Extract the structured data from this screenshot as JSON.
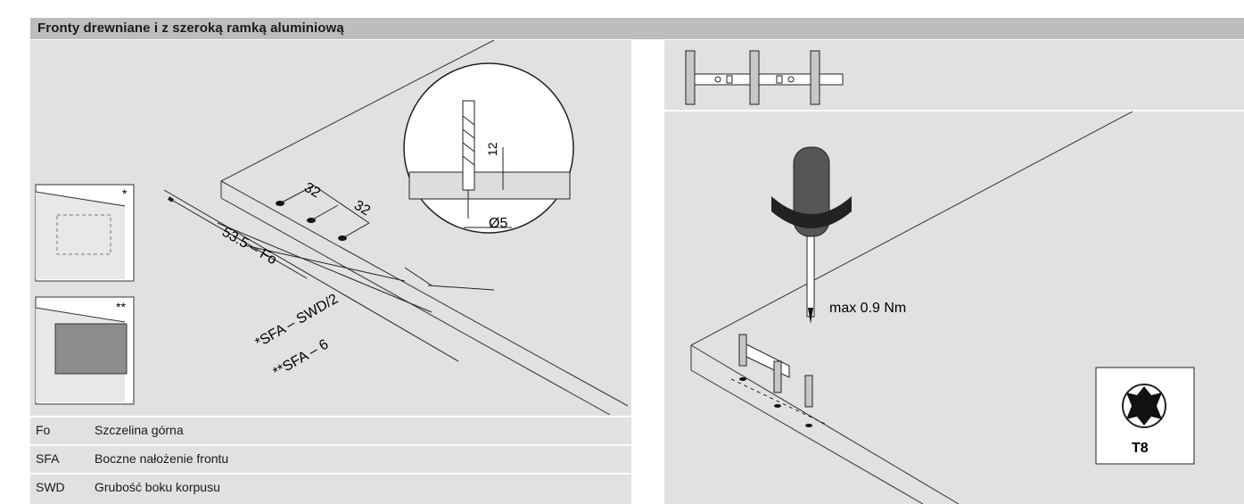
{
  "header": {
    "title": "Fronty drewniane i z szeroką ramką aluminiową"
  },
  "left": {
    "thumb1_mark": "*",
    "thumb2_mark": "**",
    "dims": {
      "d32a": "32",
      "d32b": "32",
      "d53": "53.5 – Fo",
      "dsfa_swd": "*SFA – SWD/2",
      "dsfa6": "**SFA – 6",
      "d12": "12",
      "dphi": "Ø5"
    }
  },
  "legend": [
    {
      "abbr": "Fo",
      "desc": "Szczelina górna"
    },
    {
      "abbr": "SFA",
      "desc": "Boczne nałożenie frontu"
    },
    {
      "abbr": "SWD",
      "desc": "Grubość boku korpusu"
    }
  ],
  "right": {
    "torque": "max 0.9 Nm",
    "bit_label": "T8",
    "icons": [
      "screwdriver-icon",
      "torx-icon",
      "bracket-icon"
    ]
  }
}
